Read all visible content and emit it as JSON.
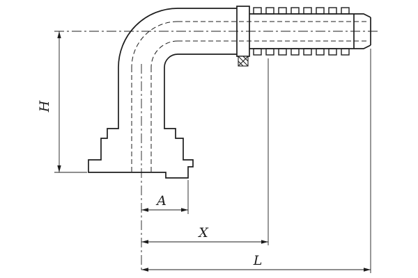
{
  "figure": {
    "description": "technical line drawing of a 90-degree flanged hose fitting with barbed hose tail",
    "background_color": "#ffffff",
    "line_color": "#1c1c1c",
    "labels": {
      "H": "H",
      "A": "A",
      "X": "X",
      "L": "L"
    }
  }
}
